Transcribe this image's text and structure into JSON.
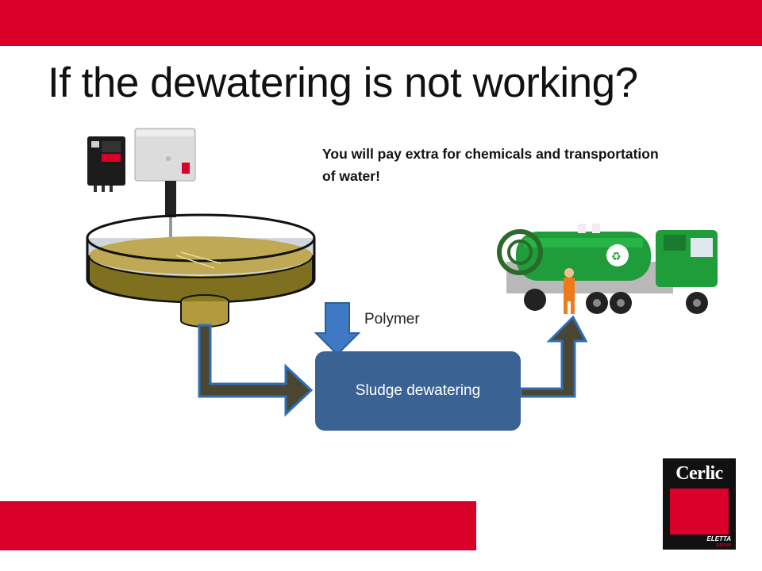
{
  "slide": {
    "title": "If the dewatering is not working?",
    "note": "You will pay extra for chemicals and transportation of water!",
    "polymer_label": "Polymer",
    "process_label": "Sludge dewatering"
  },
  "logo": {
    "name": "Cerlic",
    "group": "ELETTA",
    "group_sub": "GROUP"
  },
  "colors": {
    "brand_red": "#d9002a",
    "process_blue": "#3a6394",
    "arrow_brown": "#4a4632",
    "arrow_blue": "#3f78c4"
  }
}
